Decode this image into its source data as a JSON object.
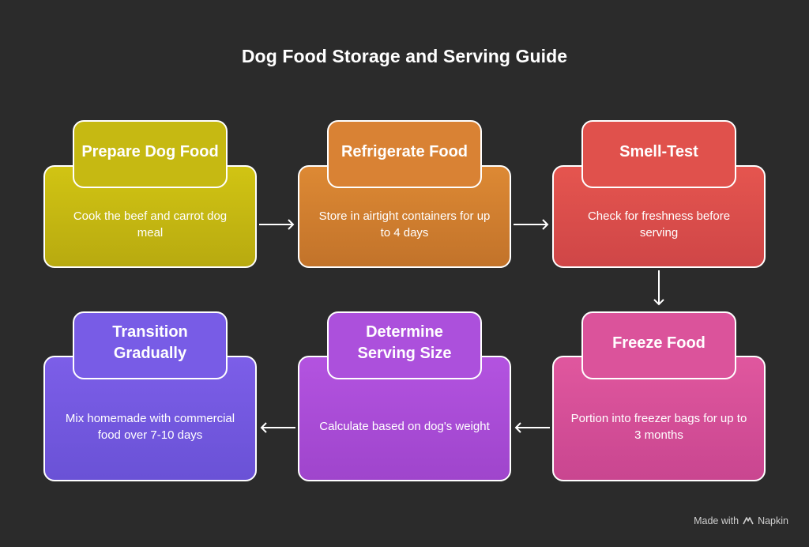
{
  "title": "Dog Food Storage and Serving Guide",
  "steps": [
    {
      "label": "Prepare Dog Food",
      "description": "Cook the beef and carrot dog meal",
      "color_top": "#d1c413",
      "color_bottom": "#b8aa10"
    },
    {
      "label": "Refrigerate Food",
      "description": "Store in airtight containers for up to 4 days",
      "color_top": "#dd8934",
      "color_bottom": "#c2732a"
    },
    {
      "label": "Smell-Test",
      "description": "Check for freshness before serving",
      "color_top": "#e5554f",
      "color_bottom": "#cf4647"
    },
    {
      "label": "Freeze Food",
      "description": "Portion into freezer bags for up to 3 months",
      "color_top": "#e0579e",
      "color_bottom": "#c94690"
    },
    {
      "label": "Determine Serving Size",
      "description": "Calculate based on dog's weight",
      "color_top": "#b353e0",
      "color_bottom": "#9f45cc"
    },
    {
      "label": "Transition Gradually",
      "description": "Mix homemade with commercial food over 7-10 days",
      "color_top": "#7c5ee8",
      "color_bottom": "#6a52d6"
    }
  ],
  "footer": {
    "prefix": "Made with",
    "brand": "Napkin",
    "icon": "napkin-logo-icon"
  }
}
